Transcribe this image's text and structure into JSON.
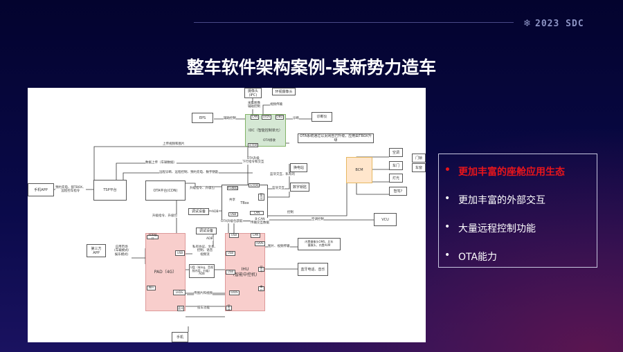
{
  "header": {
    "brand": "2023 SDC",
    "brand_icon": "snowflake-icon"
  },
  "slide": {
    "title": "整车软件架构案例-某新势力造车"
  },
  "bullets": [
    {
      "text": "更加丰富的座舱应用生态",
      "highlight": true
    },
    {
      "text": "更加丰富的外部交互",
      "highlight": false
    },
    {
      "text": "大量远程控制功能",
      "highlight": false
    },
    {
      "text": "OTA能力",
      "highlight": false
    }
  ],
  "colors": {
    "highlight": "#e8151b",
    "idc": "#d5e8d4",
    "bcm": "#ffe6cc",
    "pad_ihu": "#f8cecc"
  },
  "diagram": {
    "camera_ifc": "摄像头\n(IFC)",
    "surround_camera": "环视摄像头",
    "eps": "EPS",
    "diag_tool": "诊断仪",
    "idc": "IDC（智能控制单元）",
    "idc_can": "CAN",
    "idc_lvds": "LVDS",
    "idc_obd": "OBD",
    "idc_ota": "OTA接收",
    "idc_eth": "以太网",
    "ota_note": "OTA系统通过以太网自己升级，应用由TBOX升级",
    "lbl_capture": "采集图像\n辅助控制",
    "lbl_video": "视频传输",
    "lbl_diag": "诊断",
    "lbl_assist": "辅助控制",
    "lbl_upload_media": "上传视频和图片",
    "lbl_upload_data": "数据上传（车辆数据）",
    "lbl_remote": "远程诊断、远程控制、预约充电、数字钥匙",
    "lbl_ota_down": "OTA升级\n下行指令和交互",
    "phone_app": "手机APP",
    "lbl_app": "预约充电、锁TBOX、\n远程控车指令",
    "tsp": "TSP平台",
    "ota_cdn": "OTA平台(CDN)",
    "lbl_upgrade1": "升级指令、升级包",
    "tbox": "TBox",
    "tbox_4g": "4G模组",
    "tbox_eth": "以太网",
    "tbox_bt": "蓝牙",
    "tbox_usb": "USB",
    "tbox_can": "CAN",
    "lbl_share": "共享",
    "swap_station": "换电站",
    "digital_key": "数字钥匙",
    "lbl_bt_private": "蓝牙交互、私有的",
    "lbl_bt": "蓝牙交互",
    "bcm": "BCM",
    "ac": "空调",
    "door": "车门",
    "light": "灯光",
    "adas": "智驾?",
    "door_lock": "门锁",
    "window": "车窗",
    "debug1": "调试设备",
    "lbl_adb1": "ADB",
    "lbl_control": "控制",
    "vcu": "VCU",
    "lbl_ac_ctrl": "空调控制",
    "lbl_upgrade2": "升级指令、升级包",
    "lbl_ota_pkg": "OTA升级包获取",
    "lbl_bcan": "B-CAN\n传输交互数据",
    "pad": "PAD（4G）",
    "pad_adb": "ADB接口",
    "pad_usb": "USB",
    "pad_wifi": "WiFi",
    "pad_lvds": "LVDS",
    "pad_bt": "蓝牙",
    "debug2": "调试设备",
    "lbl_adb2": "ADB",
    "ihu": "IHU\n(智能中控机)",
    "ihu_usb1": "USB",
    "ihu_can": "CAN",
    "ihu_lvds1": "LVDS",
    "ihu_usb2": "USB",
    "ihu_usb3": "USB",
    "ihu_bt1": "蓝牙",
    "ihu_serial": "串口",
    "ihu_lvds2": "LVDS",
    "ihu_bt2": "蓝牙",
    "third_app": "第三方\nAPP",
    "lbl_market": "应用市场\n(车载模式/\n娱乐模式)",
    "lbl_private": "私有协议、文本、\n控制、语音\n视频流",
    "udisk": "U盘（有log、音视\n频内容、升级）\nADB",
    "lbl_media": "传图片和视频",
    "lbl_car": "投车功能",
    "cam_in": "内置摄像头OMS、后车\n摄像头、内置AVM",
    "lbl_img": "图片、视频传输",
    "bt_phone": "蓝牙电话、音乐",
    "phone": "手机"
  }
}
